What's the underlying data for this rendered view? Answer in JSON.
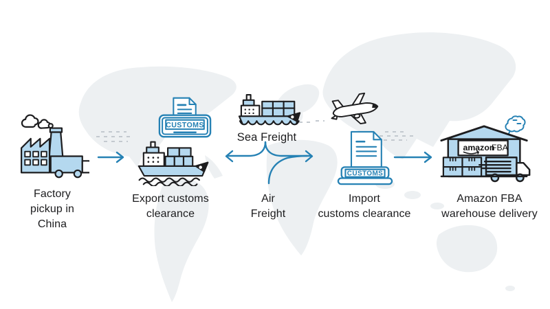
{
  "colors": {
    "accent_blue": "#2581b4",
    "icon_fill_blue": "#b4d8ef",
    "outline_black": "#1d1d1f",
    "map_gray": "#edf0f2",
    "dash_gray": "#c3c9cf",
    "background": "#ffffff"
  },
  "stages": {
    "factory": {
      "lines": [
        "Factory",
        "pickup in",
        "China"
      ]
    },
    "export": {
      "lines": [
        "Export customs",
        "clearance"
      ],
      "stamp_text": "CUSTOMS"
    },
    "sea": {
      "lines": [
        "Sea Freight"
      ]
    },
    "air": {
      "lines": [
        "Air",
        "Freight"
      ]
    },
    "import": {
      "lines": [
        "Import",
        "customs clearance"
      ],
      "stamp_text": "CUSTOMS"
    },
    "warehouse": {
      "lines": [
        "Amazon FBA",
        "warehouse delivery"
      ],
      "sign_brand": "amazon",
      "sign_suffix": "FBA"
    }
  }
}
